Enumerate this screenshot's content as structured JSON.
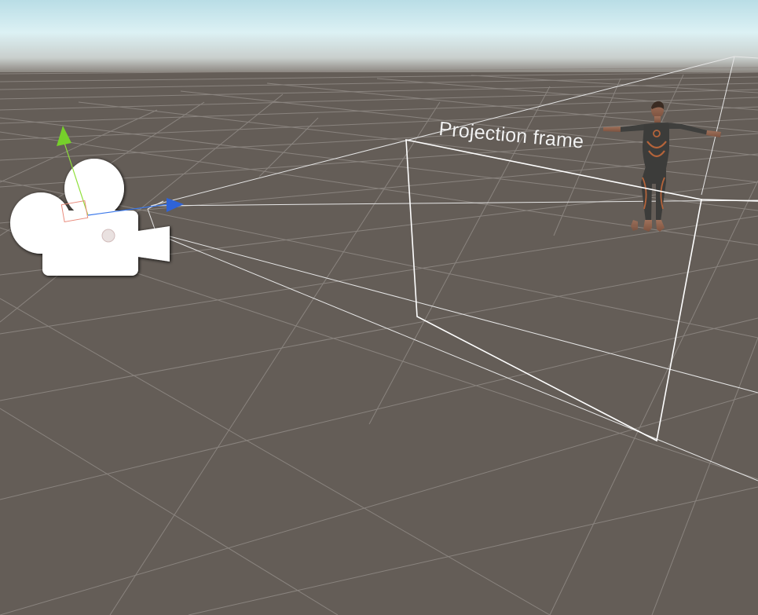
{
  "scene": {
    "label": "Projection frame"
  },
  "colors": {
    "sky_top": "#cfe8ee",
    "horizon_haze": "#a9a6a2",
    "ground": "#645d57",
    "grid_line": "#8f8984",
    "frustum_line": "#e8e8e8",
    "frame_line": "#ffffff",
    "gizmo_y_axis": "#7ed321",
    "gizmo_z_axis": "#2f6ee8",
    "camera_icon": "#ffffff"
  },
  "icons": {
    "camera": "camera-icon",
    "character": "character-model",
    "gizmo": "transform-gizmo"
  }
}
